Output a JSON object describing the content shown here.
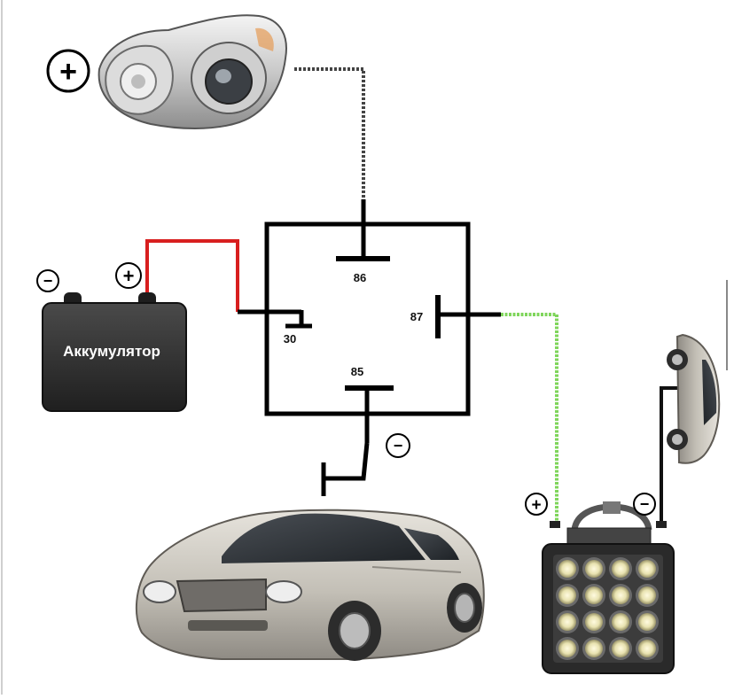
{
  "battery": {
    "label": "Аккумулятор"
  },
  "relay": {
    "pin_86": "86",
    "pin_30": "30",
    "pin_87": "87",
    "pin_85": "85"
  },
  "symbols": {
    "plus": "+",
    "minus": "−"
  },
  "colors": {
    "relay_wire": "#000000",
    "battery_plus_wire": "#d81f1f",
    "output_wire": "#7fd55b",
    "signal_wire": "#555555",
    "battery_body": "#2f2f2f"
  },
  "icons": {
    "headlight": "headlight-icon",
    "car_front": "car-icon",
    "car_side": "car-side-icon",
    "work_light": "led-work-light-icon",
    "ground": "ground-icon"
  }
}
